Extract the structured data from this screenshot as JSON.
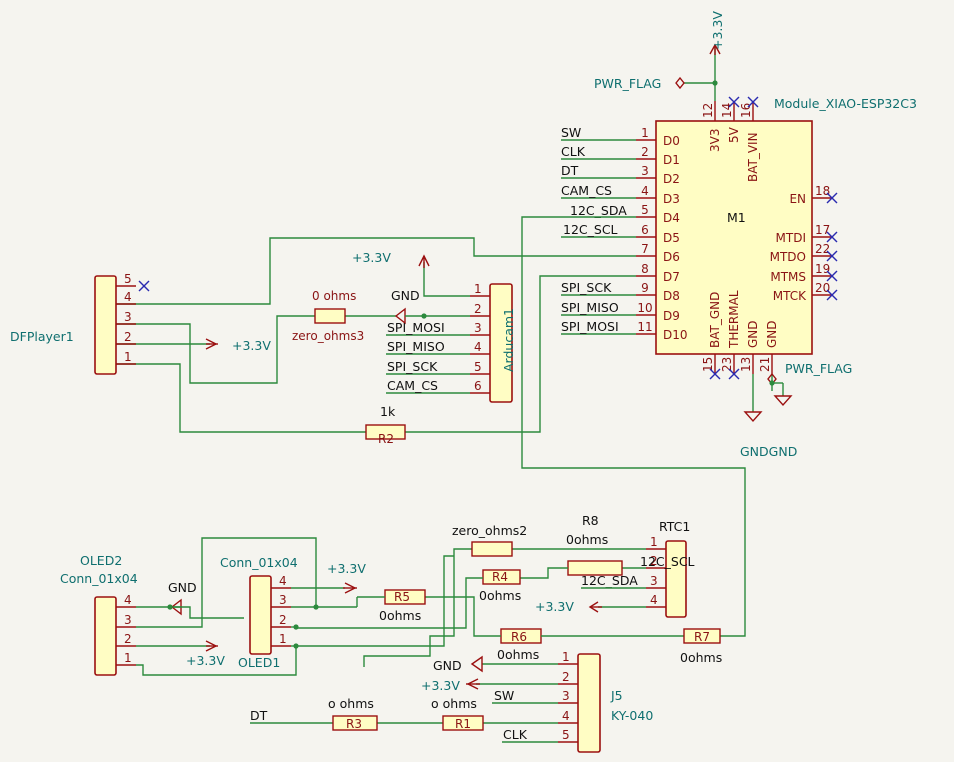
{
  "diagram": {
    "module": {
      "name": "Module_XIAO-ESP32C3",
      "ref": "M1",
      "left_pins": [
        {
          "num": "1",
          "name": "D0",
          "net": "SW"
        },
        {
          "num": "2",
          "name": "D1",
          "net": "CLK"
        },
        {
          "num": "3",
          "name": "D2",
          "net": "DT"
        },
        {
          "num": "4",
          "name": "D3",
          "net": "CAM_CS"
        },
        {
          "num": "5",
          "name": "D4",
          "net": "12C_SDA"
        },
        {
          "num": "6",
          "name": "D5",
          "net": "12C_SCL"
        },
        {
          "num": "7",
          "name": "D6",
          "net": ""
        },
        {
          "num": "8",
          "name": "D7",
          "net": ""
        },
        {
          "num": "9",
          "name": "D8",
          "net": "SPI_SCK"
        },
        {
          "num": "10",
          "name": "D9",
          "net": "SPI_MISO"
        },
        {
          "num": "11",
          "name": "D10",
          "net": "SPI_MOSI"
        }
      ],
      "right_pins": [
        {
          "num": "18",
          "name": "EN"
        },
        {
          "num": "17",
          "name": "MTDI"
        },
        {
          "num": "22",
          "name": "MTDO"
        },
        {
          "num": "19",
          "name": "MTMS"
        },
        {
          "num": "20",
          "name": "MTCK"
        }
      ],
      "top_pins": [
        {
          "num": "12",
          "name": "3V3"
        },
        {
          "num": "14",
          "name": "5V"
        },
        {
          "num": "16",
          "name": "BAT_VIN"
        }
      ],
      "bottom_pins": [
        {
          "num": "15",
          "name": "BAT_GND"
        },
        {
          "num": "23",
          "name": "THERMAL"
        },
        {
          "num": "13",
          "name": "GND"
        },
        {
          "num": "21",
          "name": "GND"
        }
      ]
    },
    "power": {
      "v33": "+3.3V",
      "gnd": "GND",
      "pwr_flag": "PWR_FLAG",
      "gndgnd": "GNDGND"
    },
    "dfplayer": {
      "ref": "DFPlayer1",
      "pins": [
        "5",
        "4",
        "3",
        "2",
        "1"
      ]
    },
    "arducam": {
      "ref": "Arducam1",
      "pins": [
        "1",
        "2",
        "3",
        "4",
        "5",
        "6"
      ],
      "nets": [
        "GND",
        "SPI_MOSI",
        "SPI_MISO",
        "SPI_SCK",
        "CAM_CS"
      ]
    },
    "resistors": {
      "zero3_val": "0 ohms",
      "zero3_ref": "zero_ohms3",
      "r2_val": "1k",
      "r2_ref": "R2",
      "zero2_ref": "zero_ohms2",
      "r8_ref": "R8",
      "r8_val": "0ohms",
      "r4_ref": "R4",
      "r4_val": "0ohms",
      "r5_ref": "R5",
      "r5_val": "0ohms",
      "r6_ref": "R6",
      "r6_val": "0ohms",
      "r7_ref": "R7",
      "r7_val": "0ohms",
      "r3_ref": "R3",
      "r3_val": "o ohms",
      "r1_ref": "R1",
      "r1_val": "o ohms"
    },
    "rtc": {
      "ref": "RTC1",
      "pins": [
        "1",
        "2",
        "3",
        "4"
      ],
      "nets": [
        "12C_SCL",
        "12C_SDA"
      ]
    },
    "oled2": {
      "ref": "OLED2",
      "value": "Conn_01x04",
      "pins": [
        "4",
        "3",
        "2",
        "1"
      ]
    },
    "oled1": {
      "ref": "OLED1",
      "value": "Conn_01x04",
      "pins": [
        "4",
        "3",
        "2",
        "1"
      ]
    },
    "j5": {
      "ref": "J5",
      "value": "KY-040",
      "pins": [
        "1",
        "2",
        "3",
        "4",
        "5"
      ],
      "nets": [
        "SW",
        "CLK",
        "DT"
      ]
    }
  }
}
